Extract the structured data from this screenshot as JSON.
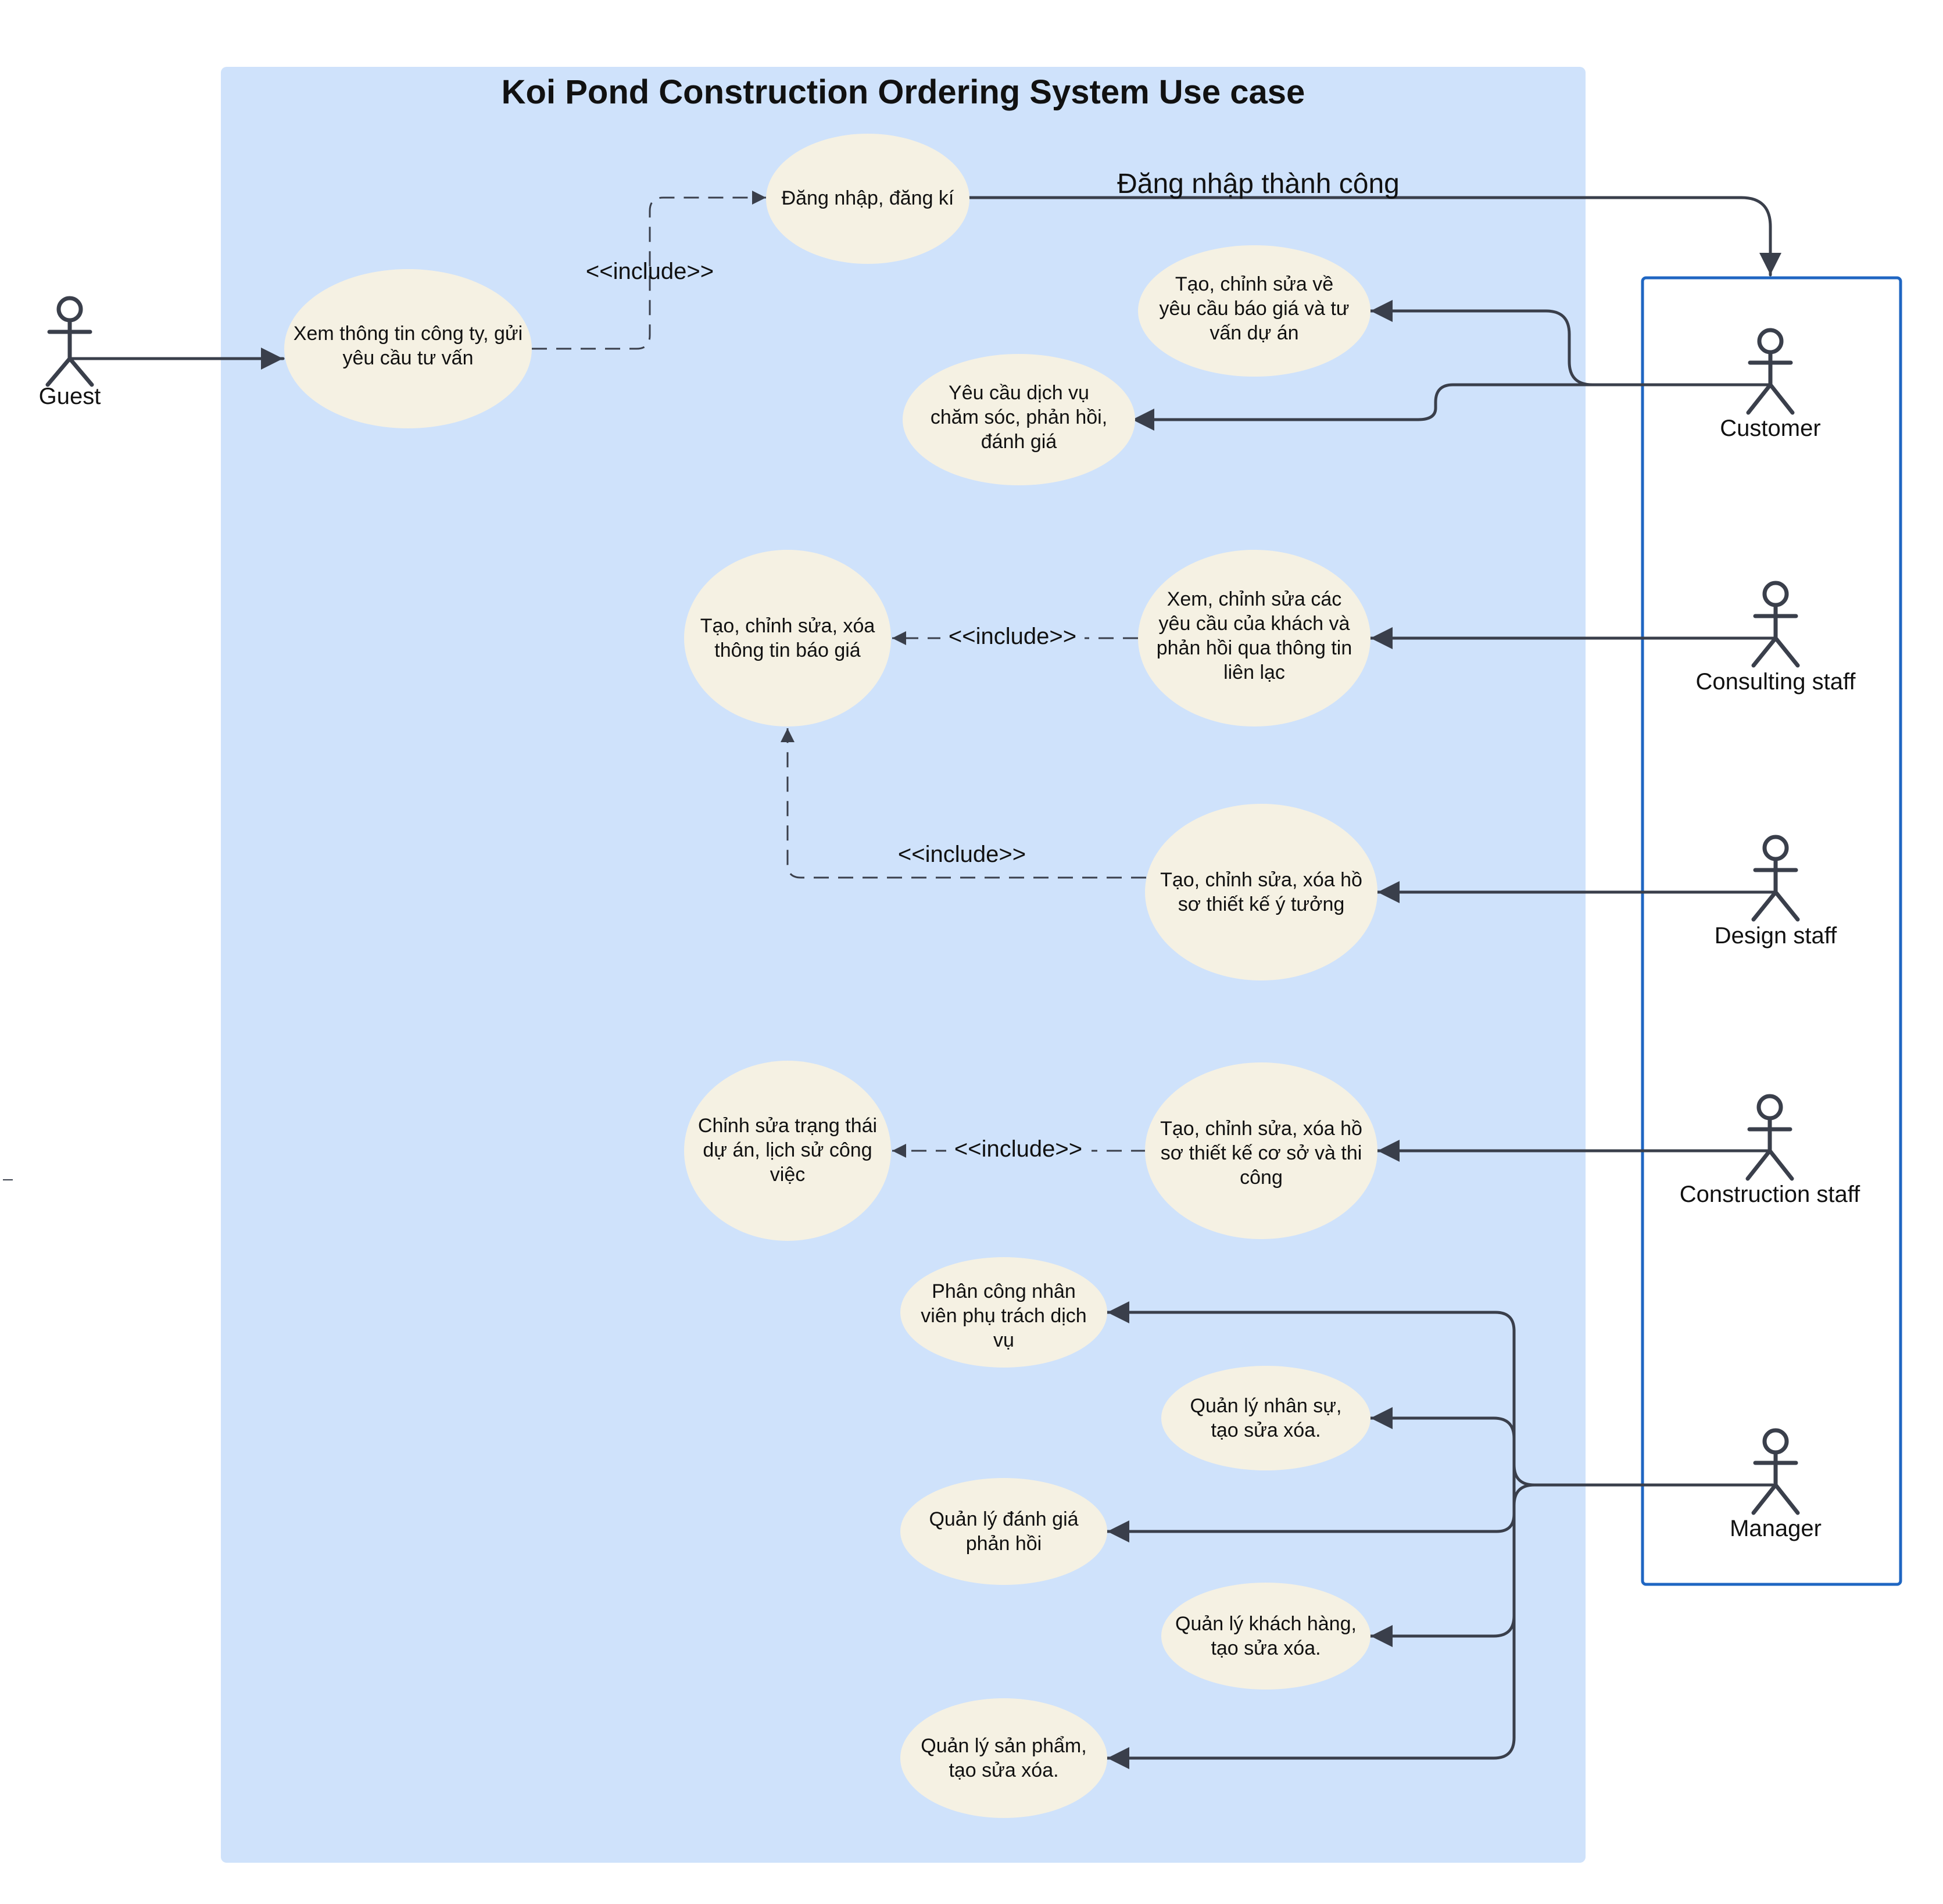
{
  "colors": {
    "system_fill": "#cfe2fb",
    "usecase_fill": "#f5f1e3",
    "line": "#3a3f4b",
    "actor_box": "#1f66c2"
  },
  "title": "Koi Pond Construction Ordering System Use case",
  "actors": {
    "guest": "Guest",
    "customer": "Customer",
    "consulting": "Consulting staff",
    "design": "Design staff",
    "construction": "Construction staff",
    "manager": "Manager"
  },
  "usecases": {
    "xem_thong_tin": [
      "Xem thông tin công ty, gửi",
      "yêu cầu tư vấn"
    ],
    "dang_nhap": [
      "Đăng nhập, đăng kí"
    ],
    "bao_gia_tu_van": [
      "Tạo, chỉnh sửa về",
      "yêu cầu báo giá và tư",
      "vấn dự án"
    ],
    "yeu_cau_dich_vu": [
      "Yêu cầu dịch vụ",
      "chăm sóc, phản hồi,",
      "đánh giá"
    ],
    "thong_tin_bao_gia": [
      "Tạo, chỉnh sửa, xóa",
      "thông tin báo giá"
    ],
    "xem_yeu_cau": [
      "Xem, chỉnh sửa các",
      "yêu cầu của khách và",
      "phản hồi qua thông tin",
      "liên lạc"
    ],
    "thiet_ke_y_tuong": [
      "Tạo, chỉnh sửa, xóa hồ",
      "sơ thiết kế ý tưởng"
    ],
    "trang_thai_du_an": [
      "Chỉnh sửa trạng thái",
      "dự án, lịch sử công",
      "việc"
    ],
    "thiet_ke_co_so": [
      "Tạo, chỉnh sửa, xóa hồ",
      "sơ thiết kế cơ sở và thi",
      "công"
    ],
    "phan_cong": [
      "Phân công nhân",
      "viên phụ trách dịch",
      "vụ"
    ],
    "nhan_su": [
      "Quản lý nhân sự,",
      "tạo sửa xóa."
    ],
    "danh_gia": [
      "Quản lý đánh giá",
      "phản hồi"
    ],
    "khach_hang": [
      "Quản lý khách hàng,",
      "tạo sửa xóa."
    ],
    "san_pham": [
      "Quản lý sản phẩm,",
      "tạo sửa xóa."
    ]
  },
  "edge_labels": {
    "include": "<<include>>",
    "login_success": "Đăng nhập thành công"
  }
}
